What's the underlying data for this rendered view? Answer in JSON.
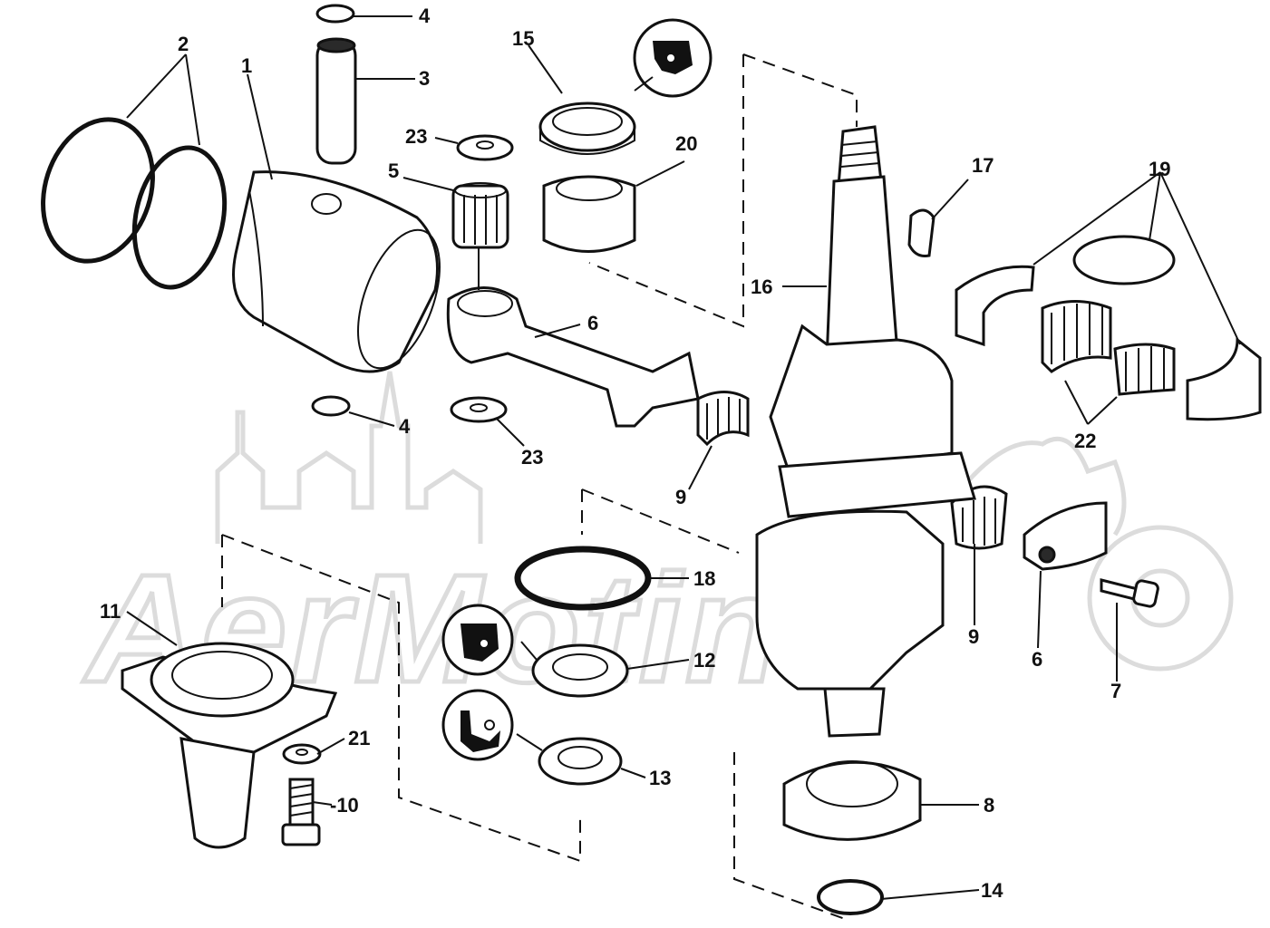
{
  "diagram": {
    "labels": {
      "p1": "1",
      "p2": "2",
      "p3": "3",
      "p4a": "4",
      "p4b": "4",
      "p5": "5",
      "p6a": "6",
      "p6b": "6",
      "p7": "7",
      "p8": "8",
      "p9a": "9",
      "p9b": "9",
      "p10": "-10",
      "p11": "11",
      "p12": "12",
      "p13": "13",
      "p14": "14",
      "p15": "15",
      "p16": "16",
      "p17": "17",
      "p18": "18",
      "p19": "19",
      "p20": "20",
      "p21": "21",
      "p22": "22",
      "p23a": "23",
      "p23b": "23"
    },
    "watermark": {
      "text": "AerMotin"
    }
  },
  "colors": {
    "ink": "#111111",
    "watermark": "#dcdcdc",
    "background": "#ffffff"
  },
  "icons": {
    "lubricant_symbol": "grease-gun-icon"
  }
}
